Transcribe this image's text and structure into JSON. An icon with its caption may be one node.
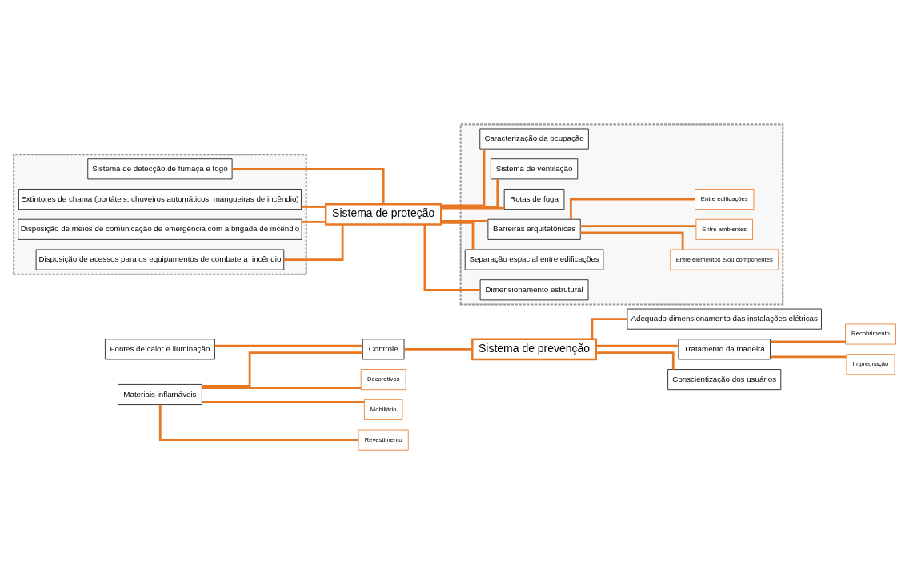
{
  "diagram": {
    "nodes": [
      {
        "text": [
          "Sistema de prevenção"
        ]
      },
      {
        "text": [
          "Adequado dimensionamento das instalações elétricas"
        ]
      },
      {
        "text": [
          "Controle"
        ]
      },
      {
        "text": [
          "Fontes de calor e iluminação"
        ]
      },
      {
        "text": [
          "Materiais inflamáveis"
        ]
      },
      {
        "text": [
          "Decorativos"
        ]
      },
      {
        "text": [
          "Mobiliário"
        ]
      },
      {
        "text": [
          "Revestimento"
        ]
      },
      {
        "text": [
          "Tratamento da madeira"
        ]
      },
      {
        "text": [
          "Recobrimento"
        ]
      },
      {
        "text": [
          "Impregnação"
        ]
      },
      {
        "text": [
          "Conscientização dos usuários"
        ]
      },
      {
        "text": [
          "Sistema de proteção"
        ]
      },
      {
        "text": [],
        "shape": "box"
      },
      {
        "text": [
          "Sistema de detecção de fumaça e fogo"
        ],
        "in": 13
      },
      {
        "text": [
          "Extintores de chama (portáteis, chuveiros automáticos, mangueiras de incêndio)"
        ],
        "in": 13
      },
      {
        "text": [
          "Disposição de meios de comunicação de emergência com a brigada de incêndio"
        ],
        "in": 13
      },
      {
        "text": [
          "Disposição de acessos para os equipamentos de combate a  incêndio"
        ],
        "in": 13
      },
      {
        "text": [],
        "shape": "box"
      },
      {
        "text": [
          "Caracterização da ocupação"
        ],
        "in": 18
      },
      {
        "text": [
          "Sistema de ventilação"
        ],
        "in": 18
      },
      {
        "text": [
          "Rotas de fuga"
        ],
        "in": 18
      },
      {
        "text": [
          "Barreiras arquitetônicas"
        ],
        "in": 18
      },
      {
        "text": [
          "Entre elementos e/ou componentes"
        ],
        "in": 18
      },
      {
        "text": [
          "Entre ambientes"
        ],
        "in": 18
      },
      {
        "text": [
          "Entre edificações"
        ],
        "in": 18
      },
      {
        "text": [
          "Separação espacial entre edificações"
        ],
        "in": 18
      },
      {
        "text": [
          "Dimensionamento estrutural"
        ],
        "in": 18
      }
    ],
    "edges": [
      {
        "from": 0,
        "to": 1,
        "arrow": "none"
      },
      {
        "from": 0,
        "to": 2,
        "arrow": "none"
      },
      {
        "from": 2,
        "to": 3,
        "arrow": "none"
      },
      {
        "from": 2,
        "to": 4,
        "arrow": "none"
      },
      {
        "from": 4,
        "to": 5,
        "arrow": "none"
      },
      {
        "from": 4,
        "to": 6,
        "arrow": "none"
      },
      {
        "from": 4,
        "to": 7,
        "arrow": "none"
      },
      {
        "from": 0,
        "to": 8,
        "arrow": "none"
      },
      {
        "from": 8,
        "to": 9,
        "arrow": "none"
      },
      {
        "from": 8,
        "to": 10,
        "arrow": "none"
      },
      {
        "from": 0,
        "to": 11,
        "arrow": "none"
      },
      {
        "from": 12,
        "to": 14,
        "arrow": "none"
      },
      {
        "from": 12,
        "to": 19,
        "arrow": "none"
      },
      {
        "from": 12,
        "to": 20,
        "arrow": "none"
      },
      {
        "from": 12,
        "to": 15,
        "arrow": "none"
      },
      {
        "from": 12,
        "to": 21,
        "arrow": "none"
      },
      {
        "from": 12,
        "to": 22,
        "arrow": "none"
      },
      {
        "from": 22,
        "to": 23,
        "arrow": "none"
      },
      {
        "from": 22,
        "to": 24,
        "arrow": "none"
      },
      {
        "from": 22,
        "to": 25,
        "arrow": "none"
      },
      {
        "from": 12,
        "to": 16,
        "arrow": "none"
      },
      {
        "from": 12,
        "to": 17,
        "arrow": "none"
      },
      {
        "from": 12,
        "to": 26,
        "arrow": "none"
      },
      {
        "from": 12,
        "to": 27,
        "arrow": "none"
      }
    ]
  }
}
